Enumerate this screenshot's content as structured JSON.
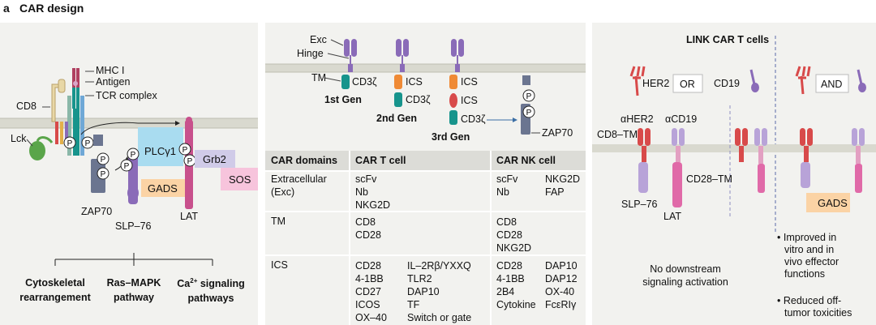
{
  "figure": {
    "panel_letter": "a",
    "title": "CAR design"
  },
  "left_panel": {
    "labels": {
      "mhc": "MHC I",
      "antigen": "Antigen",
      "tcr": "TCR complex",
      "cd8": "CD8",
      "lck": "Lck",
      "plcg1": "PLCγ1",
      "grb2": "Grb2",
      "sos": "SOS",
      "gads": "GADS",
      "zap70": "ZAP70",
      "slp76": "SLP–76",
      "lat": "LAT",
      "p": "P"
    },
    "pathways": [
      {
        "line1": "Cytoskeletal",
        "line2": "rearrangement"
      },
      {
        "line1": "Ras–MAPK",
        "line2": "pathway"
      },
      {
        "line1": "Ca",
        "sup": "2+",
        "line1b": " signaling",
        "line2": "pathways"
      }
    ]
  },
  "middle_panel": {
    "labels": {
      "exc": "Exc",
      "hinge": "Hinge",
      "tm": "TM",
      "cd3z": "CD3ζ",
      "ics": "ICS",
      "gen1": "1st Gen",
      "gen2": "2nd Gen",
      "gen3": "3rd Gen",
      "zap70": "ZAP70",
      "p": "P"
    },
    "table": {
      "headers": [
        "CAR domains",
        "CAR T cell",
        "CAR NK cell"
      ],
      "rows": [
        {
          "domain": [
            "Extracellular",
            "(Exc)"
          ],
          "t_col1": [
            "scFv",
            "Nb",
            "NKG2D"
          ],
          "t_col2": [],
          "nk_col1": [
            "scFv",
            "Nb"
          ],
          "nk_col2": [
            "NKG2D",
            "FAP"
          ]
        },
        {
          "domain": [
            "TM"
          ],
          "t_col1": [
            "CD8",
            "CD28"
          ],
          "t_col2": [],
          "nk_col1": [
            "CD8",
            "CD28",
            "NKG2D"
          ],
          "nk_col2": []
        },
        {
          "domain": [
            "ICS"
          ],
          "t_col1": [
            "CD28",
            "4-1BB",
            "CD27",
            "ICOS",
            "OX–40"
          ],
          "t_col2": [
            "IL–2Rβ/YXXQ",
            "TLR2",
            "DAP10",
            "TF",
            "Switch or gate"
          ],
          "nk_col1": [
            "CD28",
            "4-1BB",
            "2B4",
            "Cytokine"
          ],
          "nk_col2": [
            "DAP10",
            "DAP12",
            "OX-40",
            "FcεRIγ"
          ]
        }
      ]
    }
  },
  "right_panel": {
    "title": "LINK CAR T cells",
    "labels": {
      "her2": "HER2",
      "or": "OR",
      "cd19": "CD19",
      "and": "AND",
      "ahER2": "αHER2",
      "acd19": "αCD19",
      "cd8tm": "CD8–TM",
      "cd28tm": "CD28–TM",
      "slp76": "SLP–76",
      "lat": "LAT",
      "gads": "GADS"
    },
    "no_activation": [
      "No downstream",
      "signaling activation"
    ],
    "bullets": [
      [
        "Improved in",
        "vitro and in",
        "vivo effector",
        "functions"
      ],
      [
        "Reduced off-",
        "tumor toxicities"
      ]
    ]
  },
  "colors": {
    "panel_bg": "#f2f2ef",
    "membrane": "#d9d9cf",
    "purple": "#8a6bb8",
    "teal": "#17948c",
    "orange": "#ef8a35",
    "red": "#d84a4a",
    "magenta": "#c8508c",
    "slate": "#6b7590",
    "light_blue": "#a9dcf0",
    "gads_orange": "#fbd3a5",
    "grb2_lavender": "#d0cbe8",
    "sos_pink": "#f7c4dc"
  }
}
